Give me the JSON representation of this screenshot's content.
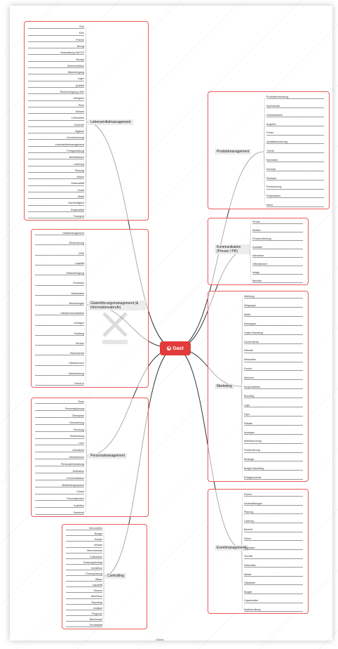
{
  "center": {
    "label": "Gast"
  },
  "branches": {
    "tl": {
      "label": "Lebensmittelmanagement",
      "items": [
        "Roh",
        "Kühl",
        "Frische",
        "Bezug",
        "Verarbeitung HACCP",
        "Rezept",
        "Dokumentation",
        "Wareneingang",
        "Lager",
        "Qualität",
        "Rückverfolgung LMIV",
        "Allergene",
        "Preis",
        "Einkauf",
        "Lieferanten",
        "Kontrolle",
        "Hygiene",
        "Kennzeichnung",
        "Lebensmittelmanagement",
        "Preisgestaltung",
        "Bestellwesen",
        "Lieferung",
        "Planung",
        "Waren",
        "Saisonalität",
        "Vorrat",
        "Abfall",
        "Nachhaltigkeit",
        "Regionalität",
        "Transport"
      ]
    },
    "ml": {
      "label": "Gästeführungsmanagement (& Informationsabrufe)",
      "items": [
        "Gästemanagement",
        "Reservierung",
        "CRM",
        "Loyalität",
        "Gästebefragung",
        "Feedback",
        "Gästedaten",
        "Bewertungen",
        "Gästekommunikation",
        "Anfragen",
        "Empfang",
        "Service",
        "Beschwerde",
        "Gästewunsch",
        "Gästebindung",
        "Check-in"
      ]
    },
    "ll": {
      "label": "Personalmanagement",
      "items": [
        "Team",
        "Personalplanung",
        "Dienstplan",
        "Rekrutierung",
        "Schulung",
        "Einarbeitung",
        "Lohn",
        "Arbeitszeit",
        "Arbeitsschutz",
        "Personalentwicklung",
        "Motivation",
        "Kommunikation",
        "Mitarbeitergespräch",
        "Urlaub",
        "Personalkosten",
        "Aushilfen",
        "Krankheit"
      ]
    },
    "bl": {
      "label": "Controlling",
      "items": [
        "Kennzahlen",
        "Budget",
        "Kosten",
        "Umsatz",
        "Wareneinsatz",
        "Kalkulation",
        "Deckungsbeitrag",
        "Investition",
        "Finanzplanung",
        "Bilanz",
        "Liquidität",
        "Steuern",
        "Abschluss",
        "Reporting",
        "Analyse",
        "Prognose",
        "Benchmark",
        "Rentabilität"
      ]
    },
    "tr": {
      "label": "Produktmanagement",
      "items": [
        "Produktentwicklung",
        "Speisekarte",
        "Getränkekarte",
        "Angebot",
        "Preise",
        "Qualitätssicherung",
        "Trends",
        "Neuheiten",
        "Konzept",
        "Rezeptur",
        "Portionierung",
        "Präsentation",
        "Menü"
      ]
    },
    "mr": {
      "label": "Kommunikation (Presse / PR)",
      "items": [
        "Presse",
        "Medien",
        "Pressemitteilung",
        "Kontakte",
        "Interviews",
        "Öffentlichkeit",
        "Image",
        "Berichte"
      ]
    },
    "rr": {
      "label": "Marketing",
      "items": [
        "Werbung",
        "Zielgruppe",
        "Markt",
        "Kampagne",
        "Online Marketing",
        "Social Media",
        "Website",
        "Newsletter",
        "Events",
        "Aktionen",
        "Kooperationen",
        "Branding",
        "Logo",
        "Flyer",
        "Plakate",
        "Anzeigen",
        "Marktforschung",
        "Positionierung",
        "Strategie",
        "Budget Marketing",
        "Erfolgskontrolle"
      ]
    },
    "br": {
      "label": "Eventmanagement",
      "items": [
        "Events",
        "Veranstaltungen",
        "Planung",
        "Catering",
        "Bankett",
        "Feiern",
        "Tagungen",
        "Technik",
        "Dekoration",
        "Ablauf",
        "Gästeliste",
        "Budget",
        "Organisation",
        "Nachbereitung"
      ]
    }
  },
  "footer": {
    "label": "XMind"
  }
}
